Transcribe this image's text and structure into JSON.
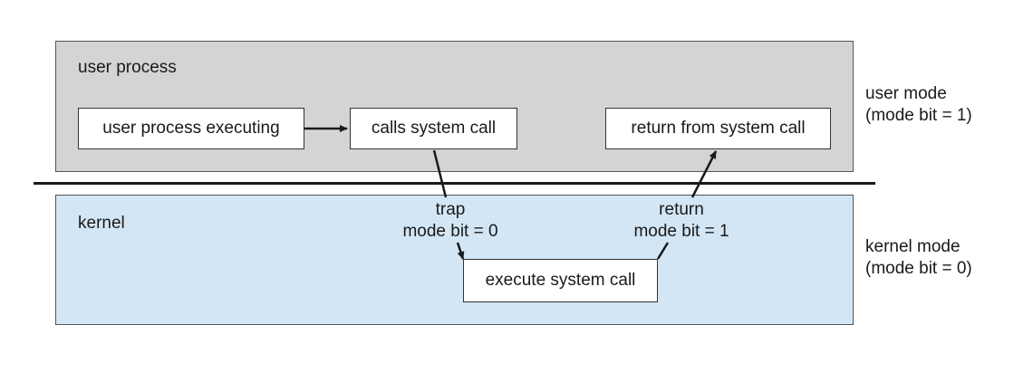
{
  "regions": {
    "user": {
      "label": "user process",
      "fill": "#d4d4d4"
    },
    "kernel": {
      "label": "kernel",
      "fill": "#d3e6f5"
    }
  },
  "boxes": {
    "user_process_executing": "user process executing",
    "calls_system_call": "calls system call",
    "return_from_system_call": "return from system call",
    "execute_system_call": "execute system call"
  },
  "transitions": {
    "trap": {
      "line1": "trap",
      "line2": "mode bit = 0"
    },
    "return": {
      "line1": "return",
      "line2": "mode bit = 1"
    }
  },
  "modes": {
    "user": {
      "line1": "user mode",
      "line2": "(mode bit = 1)"
    },
    "kernel": {
      "line1": "kernel mode",
      "line2": "(mode bit = 0)"
    }
  }
}
